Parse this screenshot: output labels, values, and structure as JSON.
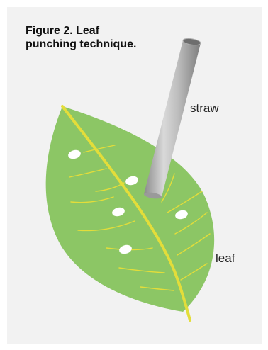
{
  "figure": {
    "title_line1": "Figure 2. Leaf",
    "title_line2": "punching technique.",
    "labels": {
      "straw": "straw",
      "leaf": "leaf"
    },
    "colors": {
      "background_panel": "#f2f2f2",
      "leaf_fill": "#8cc665",
      "leaf_vein": "#e3dd3a",
      "hole": "#ffffff",
      "straw_light": "#d6d6d6",
      "straw_dark": "#8a8a8a"
    },
    "hole_count": 5
  }
}
